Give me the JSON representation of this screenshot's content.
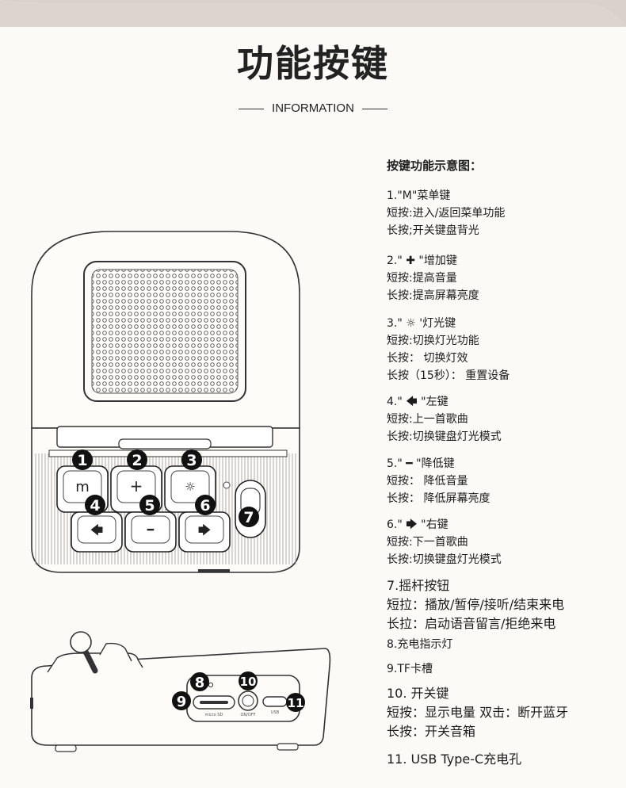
{
  "title": "功能按键",
  "subtitle": "INFORMATION",
  "legend_heading": "按键功能示意图：",
  "sections": [
    {
      "lines": [
        "1.\"M\"菜单键",
        "短按:进入/返回菜单功能",
        "长按;开关键盘背光"
      ]
    },
    {
      "lines": [
        "2.\" ✚ \"增加键",
        "短按:提高音量",
        "长按:提高屏幕亮度"
      ]
    },
    {
      "lines": [
        "3.\" ☼ '灯光键",
        "短按:切换灯光功能",
        "长按： 切换灯效",
        "长按（15秒）： 重置设备"
      ]
    },
    {
      "lines": [
        "4.\" 🡄 \"左键",
        "短按:上一首歌曲",
        "长按:切换键盘灯光模式"
      ]
    },
    {
      "lines": [
        "5.\" ━ \"降低键",
        "短按： 降低音量",
        "长按： 降低屏幕亮度"
      ]
    },
    {
      "lines": [
        "6.\" 🡆 \"右键",
        "短按:下一首歌曲",
        "长按:切换键盘灯光模式"
      ]
    },
    {
      "lines": [
        "7.摇杆按钮",
        "短拉：播放/暂停/接听/结束来电",
        "长拉：启动语音留言/拒绝来电"
      ]
    },
    {
      "lines": [
        "8.充电指示灯"
      ]
    },
    {
      "lines": [
        "9.TF卡槽"
      ]
    },
    {
      "lines": [
        "10. 开关键",
        "短按：显示电量  双击：断开蓝牙",
        "长按：开关音箱"
      ]
    },
    {
      "lines": [
        "11. USB Type-C充电孔"
      ]
    }
  ],
  "keys": {
    "k1": "m",
    "k2": "+",
    "k3": "☼",
    "k4": "🡄",
    "k5": "━",
    "k6": "🡆"
  },
  "markers": {
    "m1": "1",
    "m2": "2",
    "m3": "3",
    "m4": "4",
    "m5": "5",
    "m6": "6",
    "m7": "7",
    "m8": "8",
    "m9": "9",
    "m10": "10",
    "m11": "11"
  },
  "side_labels": {
    "tf": "micro SD",
    "power": "ON/OFF",
    "usb": "USB"
  }
}
